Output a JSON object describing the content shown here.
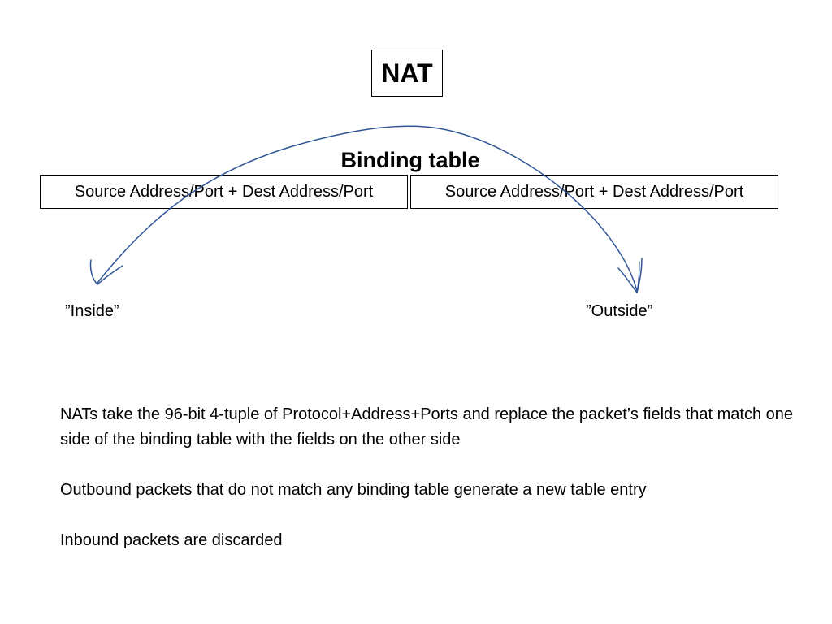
{
  "slide": {
    "nat_label": "NAT",
    "binding_table": {
      "title": "Binding table",
      "left_cell": "Source Address/Port + Dest Address/Port",
      "right_cell": "Source Address/Port + Dest Address/Port"
    },
    "inside_label": "”Inside”",
    "outside_label": "”Outside”",
    "paragraphs": [
      "NATs take the 96-bit 4-tuple of Protocol+Address+Ports and replace the packet’s fields that match one side of the binding table with the fields on the other side",
      "Outbound packets that do not match any binding table generate a new table entry",
      "Inbound packets are discarded"
    ],
    "colors": {
      "arrow": "#2F5597",
      "text": "#000000",
      "border": "#000000"
    }
  }
}
